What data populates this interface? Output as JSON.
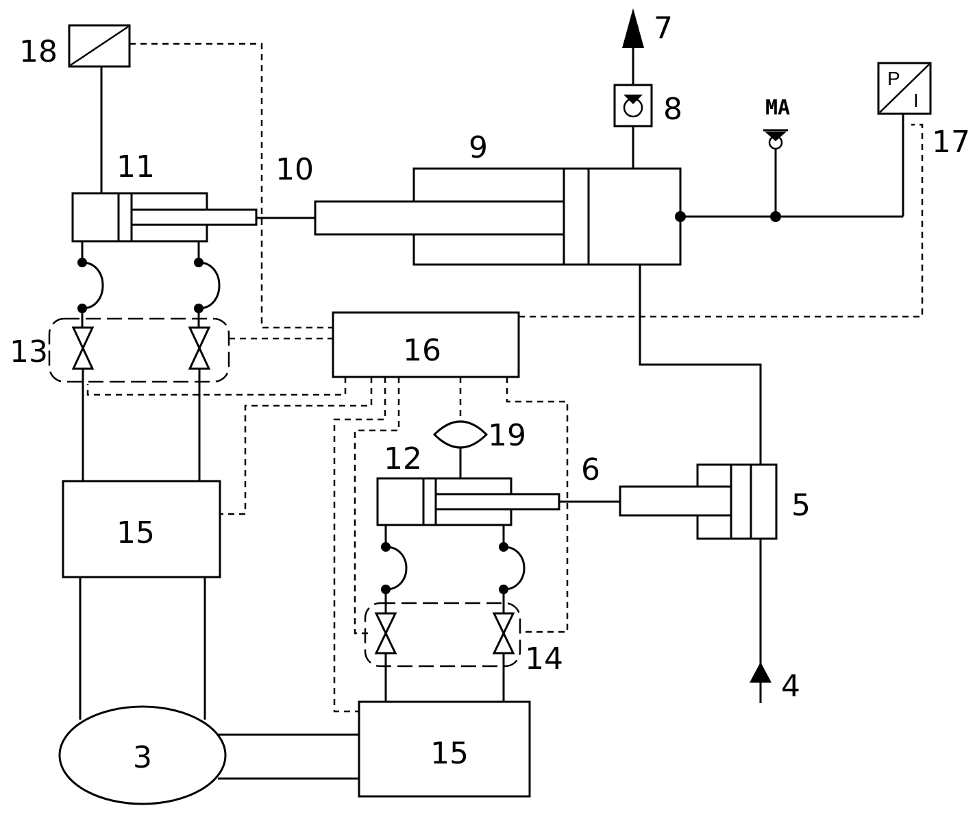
{
  "labels": {
    "l3": "3",
    "l4": "4",
    "l5": "5",
    "l6": "6",
    "l7": "7",
    "l8": "8",
    "l9": "9",
    "l10": "10",
    "l11": "11",
    "l12": "12",
    "l13": "13",
    "l14": "14",
    "l15a": "15",
    "l15b": "15",
    "l16": "16",
    "l17": "17",
    "l18": "18",
    "l19": "19",
    "ma": "MA",
    "sensor_p": "P",
    "sensor_i": "I"
  },
  "icons": {
    "check_valve": "check-valve-icon",
    "shutoff_valve": "bidirectional-valve-icon",
    "flow_arrow": "arrow-icon",
    "pressure_gauge": "gauge-icon"
  }
}
